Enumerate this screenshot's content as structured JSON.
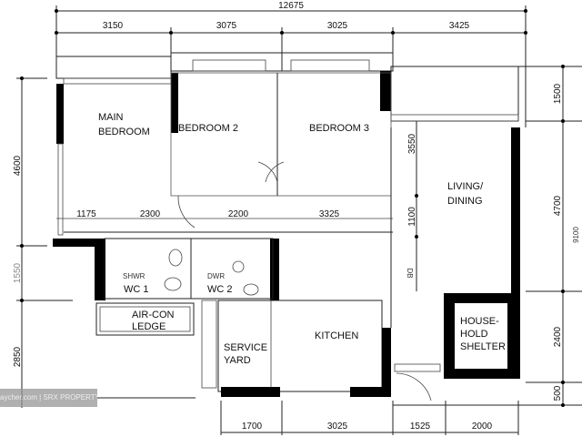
{
  "plan": {
    "dimensions": {
      "overall_width": "12675",
      "top": [
        "3150",
        "3075",
        "3025",
        "3425"
      ],
      "inner": [
        "1175",
        "2300",
        "2200",
        "3325"
      ],
      "bottom": [
        "1700",
        "3025",
        "1525",
        "2000"
      ],
      "left": [
        "4600",
        "1550",
        "2850"
      ],
      "right": [
        "1500",
        "4700",
        "2400",
        "500"
      ],
      "right_total": "9100",
      "living_vertical": [
        "3550",
        "1100"
      ]
    },
    "rooms": {
      "main_bedroom": [
        "MAIN",
        "BEDROOM"
      ],
      "bedroom2": "BEDROOM 2",
      "bedroom3": "BEDROOM 3",
      "living": [
        "LIVING/",
        "DINING"
      ],
      "wc1": [
        "SHWR",
        "WC 1"
      ],
      "wc2": [
        "DWR",
        "WC 2"
      ],
      "aircon": [
        "AIR-CON",
        "LEDGE"
      ],
      "service_yard": [
        "SERVICE",
        "YARD"
      ],
      "kitchen": "KITCHEN",
      "shelter": [
        "HOUSE-",
        "HOLD",
        "SHELTER"
      ]
    },
    "db_label": "DB",
    "watermark": "aycher.com | SRX PROPERTY"
  }
}
